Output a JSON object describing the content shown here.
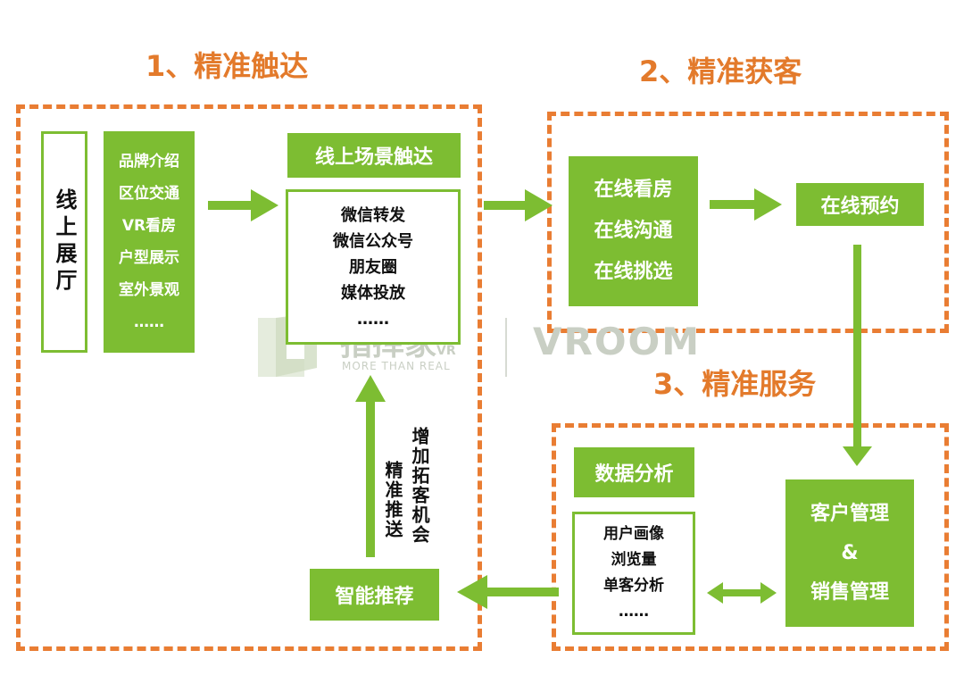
{
  "sections": {
    "reach_title": "1、精准触达",
    "acquire_title": "2、精准获客",
    "service_title": "3、精准服务"
  },
  "online_hall": "线上展厅",
  "hall_items": [
    "品牌介绍",
    "区位交通",
    "VR看房",
    "户型展示",
    "室外景观",
    "……"
  ],
  "scene_reach": {
    "label": "线上场景触达",
    "items": [
      "微信转发",
      "微信公众号",
      "朋友圈",
      "媒体投放",
      "……"
    ]
  },
  "online_actions": [
    "在线看房",
    "在线沟通",
    "在线挑选"
  ],
  "online_booking": "在线预约",
  "data_analysis": {
    "label": "数据分析",
    "items": [
      "用户画像",
      "浏览量",
      "单客分析",
      "……"
    ]
  },
  "customer_mgmt": {
    "line1": "客户管理",
    "amp": "&",
    "line2": "销售管理"
  },
  "smart_recommend": "智能推荐",
  "vertical_labels": {
    "precise_push": "精准推送",
    "more_opportunities": "增加拓客机会"
  },
  "watermark": {
    "brand_cn": "指挥家",
    "brand_sup": "VR",
    "tagline": "MORE THAN REAL",
    "brand_en": "VROOM"
  },
  "colors": {
    "accent_orange": "#e97d33",
    "title_orange": "#e37a2b",
    "green": "#7dbd32",
    "watermark": "#c9cfc4"
  }
}
